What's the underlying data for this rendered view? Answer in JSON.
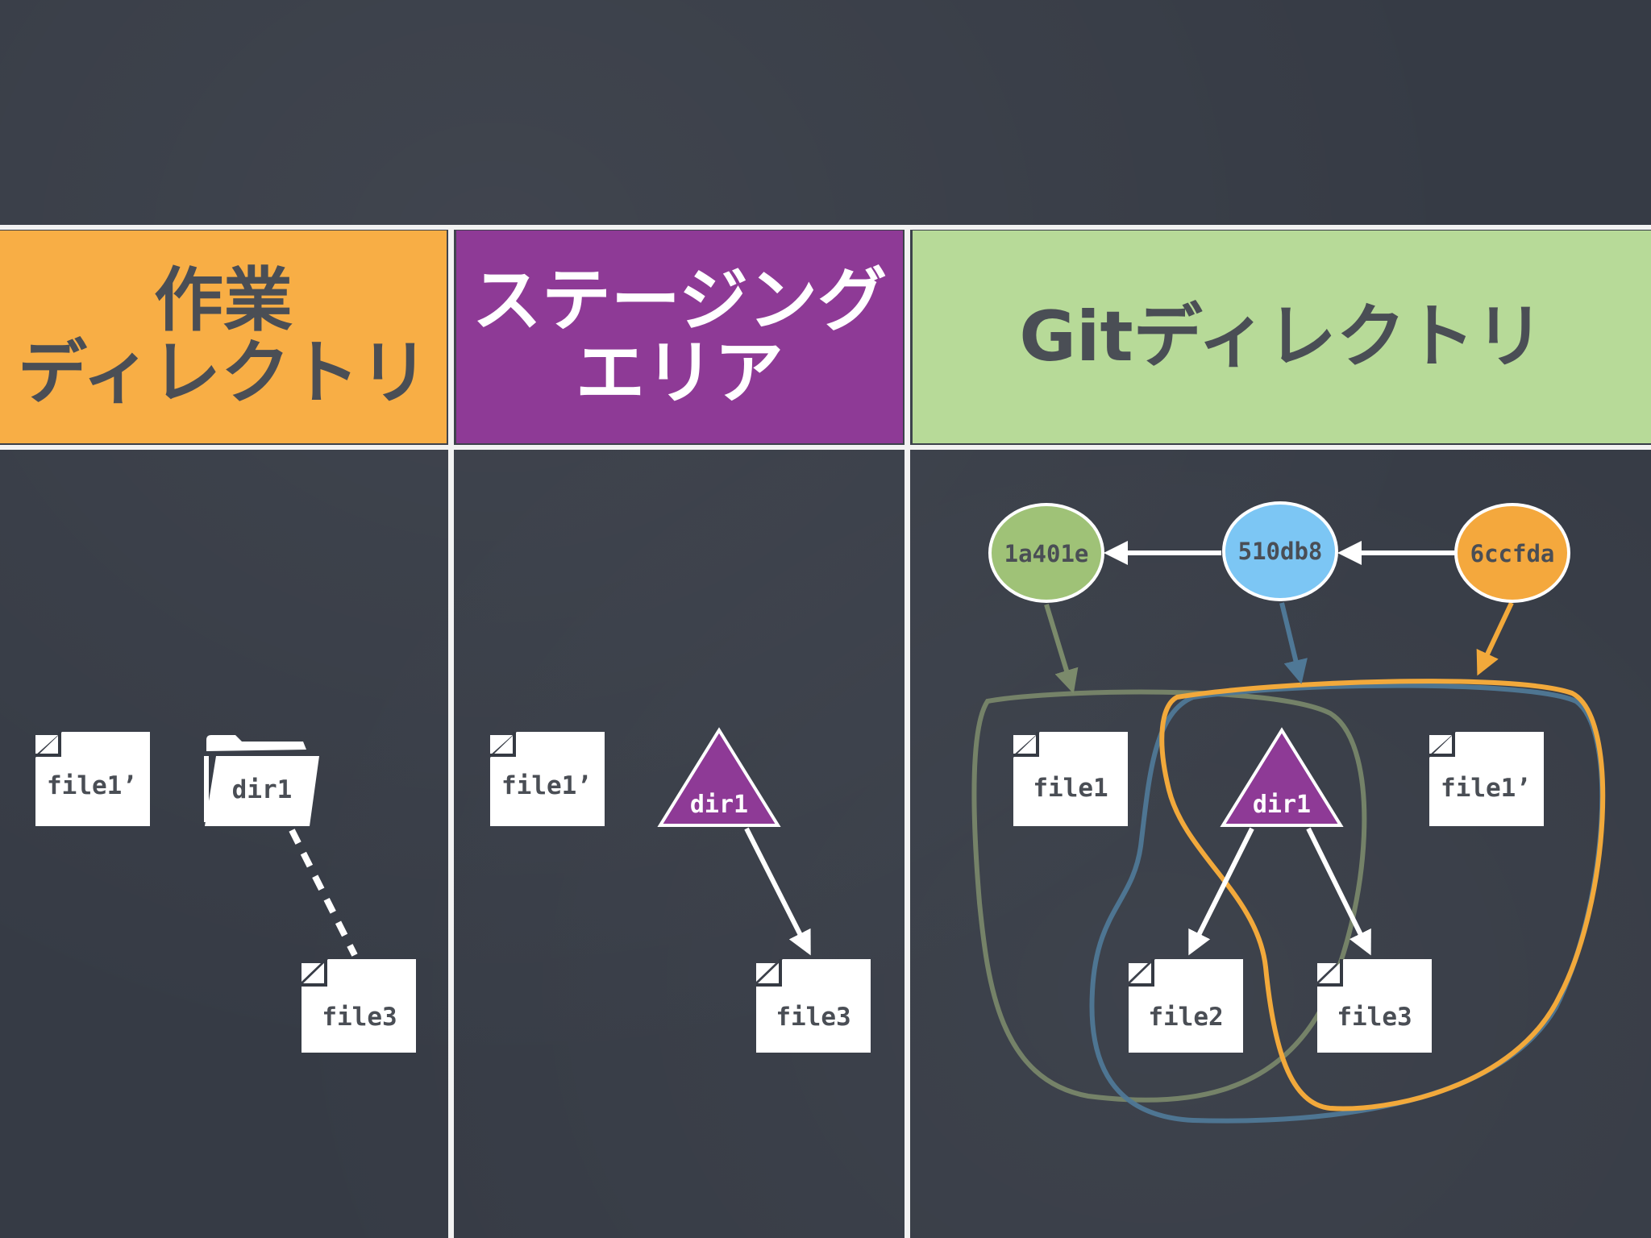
{
  "columns": {
    "work": {
      "title_line1": "作業",
      "title_line2": "ディレクトリ",
      "color": "#f8ae45"
    },
    "staging": {
      "title_line1": "ステージング",
      "title_line2": "エリア",
      "color": "#8e3a96"
    },
    "git": {
      "title": "Gitディレクトリ",
      "color": "#b7da98"
    }
  },
  "work": {
    "file1": "file1’",
    "dir1": "dir1",
    "file3": "file3"
  },
  "staging": {
    "file1": "file1’",
    "dir1": "dir1",
    "file3": "file3"
  },
  "git": {
    "commits": [
      {
        "id": "1a401e",
        "color": "#9fc277"
      },
      {
        "id": "510db8",
        "color": "#7cc6f4"
      },
      {
        "id": "6ccfda",
        "color": "#f4a83d"
      }
    ],
    "file1": "file1",
    "dir1": "dir1",
    "file1_mod": "file1’",
    "file2": "file2",
    "file3": "file3"
  },
  "icons": [
    "file-icon",
    "folder-icon",
    "tree-triangle-icon",
    "commit-ellipse"
  ]
}
